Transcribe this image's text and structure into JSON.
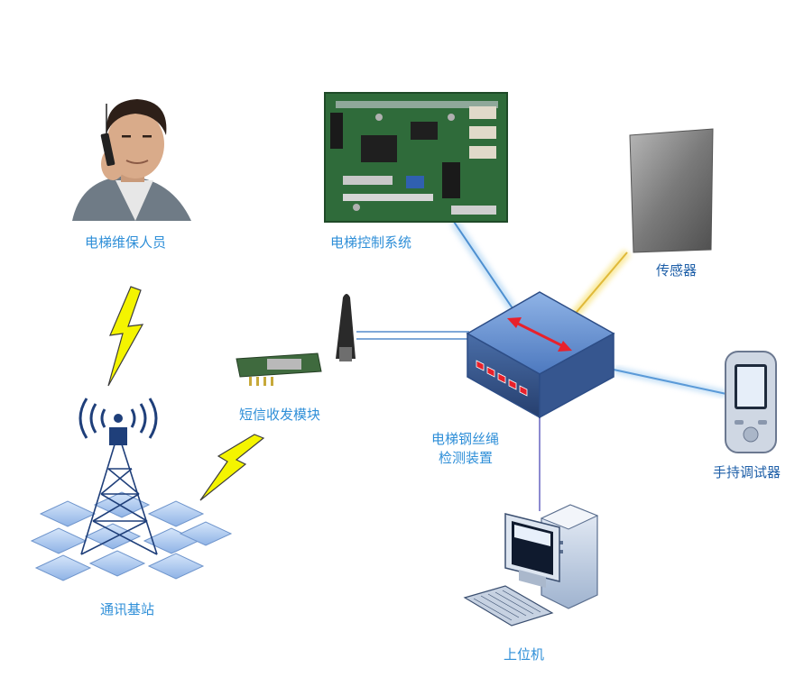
{
  "labels": {
    "maintenance_staff": "电梯维保人员",
    "control_system": "电梯控制系统",
    "sensor": "传感器",
    "sms_module": "短信收发模块",
    "detector_line1": "电梯钢丝绳",
    "detector_line2": "检测装置",
    "handheld": "手持调试器",
    "base_station": "通讯基站",
    "host_pc": "上位机"
  },
  "colors": {
    "label_text": "#2f8fd8",
    "link_blue": "#7fb8e6",
    "link_orange": "#f2a27a",
    "link_yellow": "#f3d86a",
    "link_lavender": "#b9b6e6",
    "lightning": "#f4f400",
    "pcb_green": "#2f6b3a",
    "switch_body": "#3d5f9a",
    "switch_led": "#e8212b",
    "hex_cell": "#a9c7ec"
  },
  "icons": [
    "person-on-phone-icon",
    "pcb-board-icon",
    "sensor-box-icon",
    "gsm-module-icon",
    "network-switch-icon",
    "handheld-device-icon",
    "cell-tower-icon",
    "desktop-computer-icon",
    "lightning-bolt-icon"
  ]
}
